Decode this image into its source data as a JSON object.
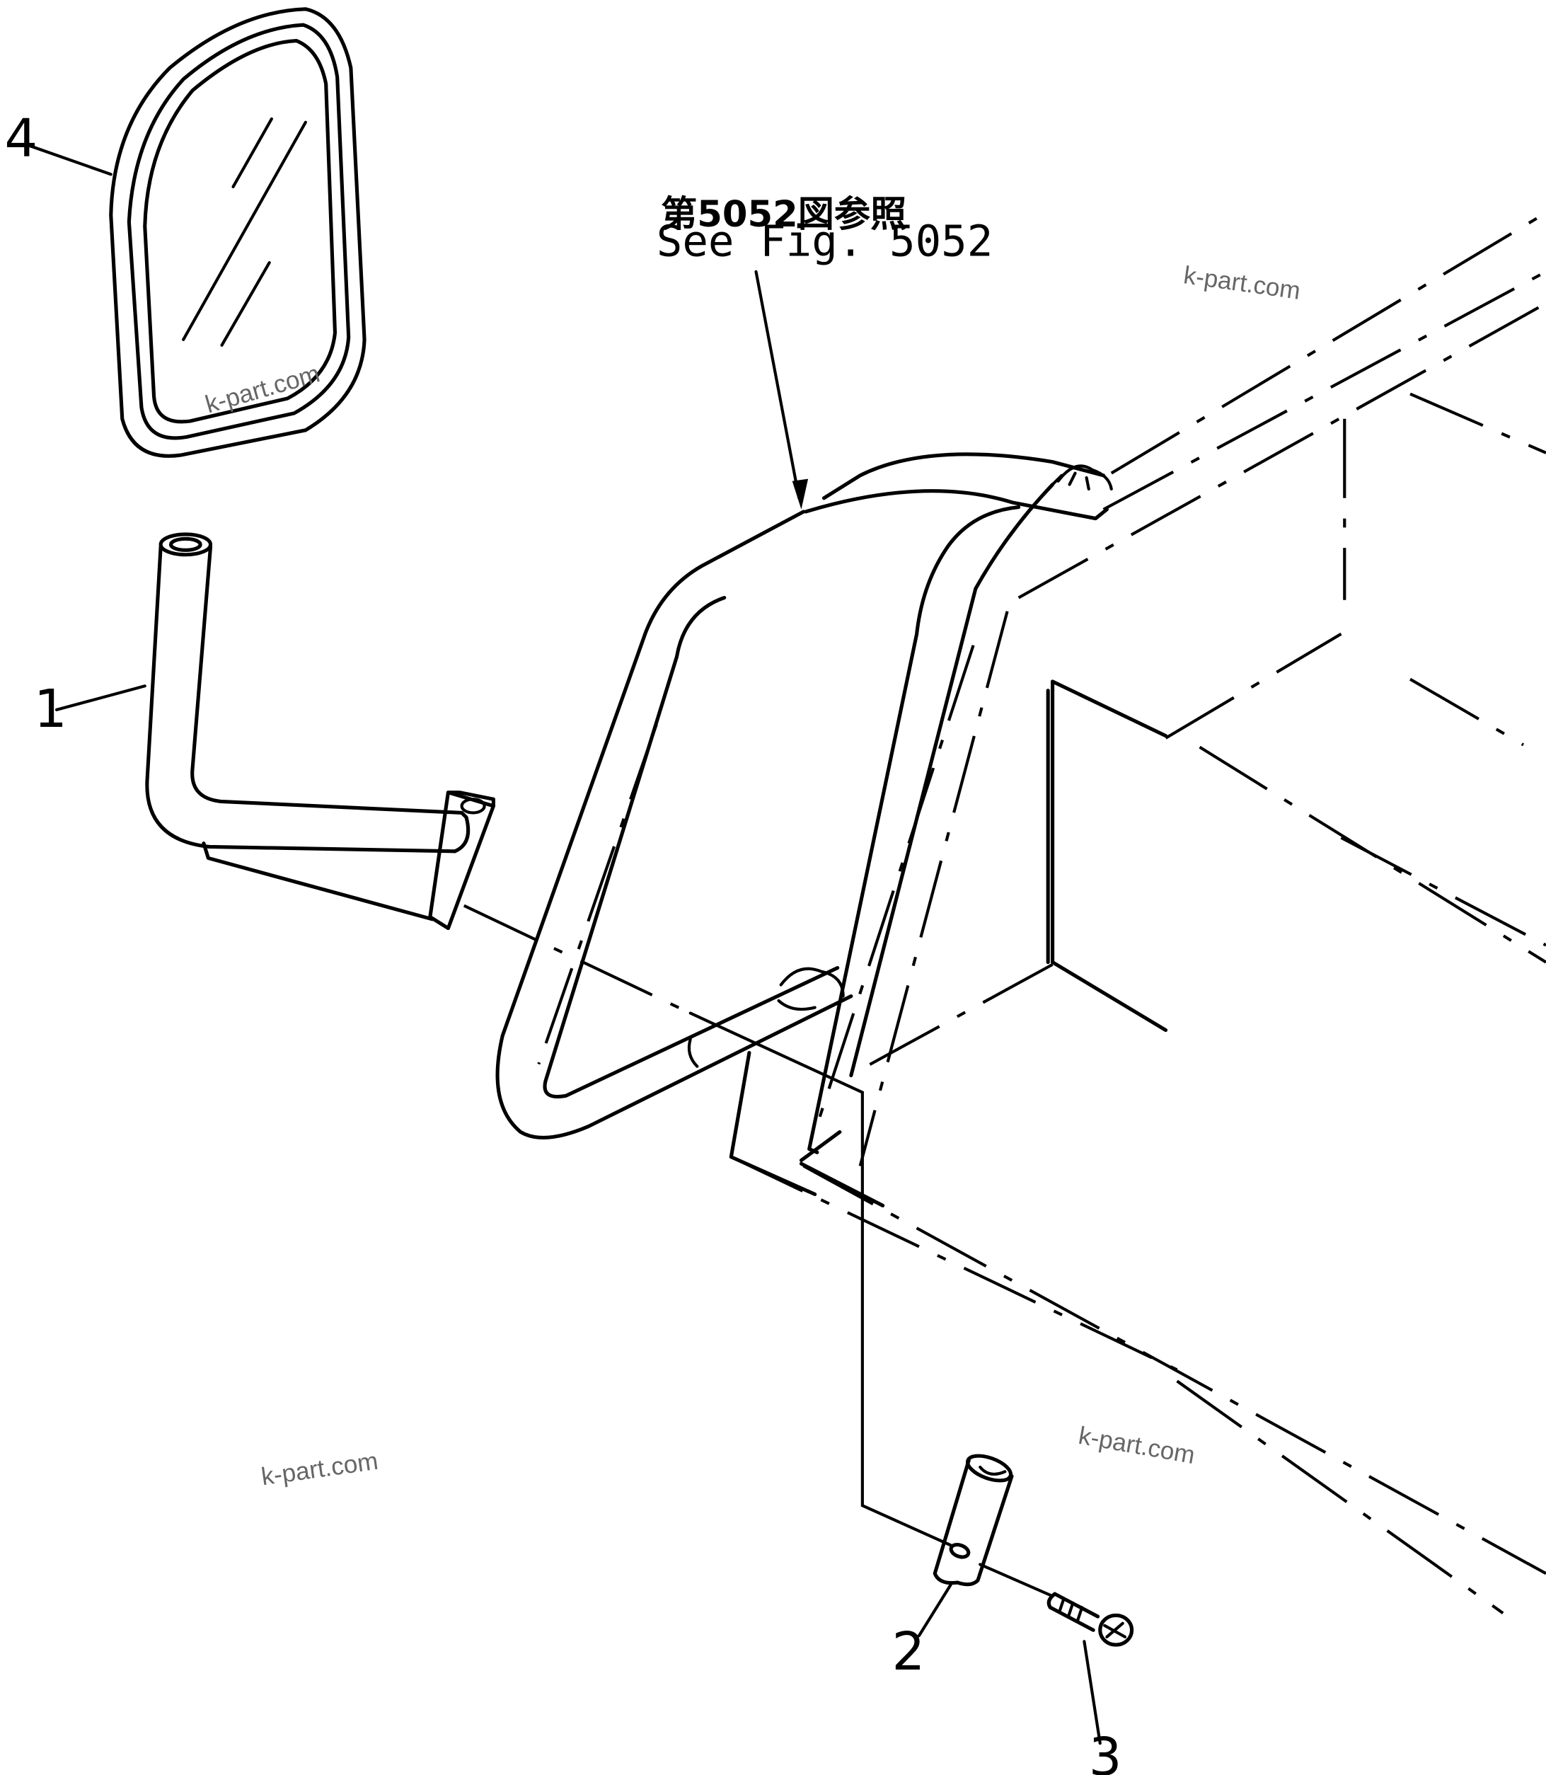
{
  "callouts": {
    "part1": "1",
    "part2": "2",
    "part3": "3",
    "part4": "4"
  },
  "reference": {
    "japanese": "第5052図参照",
    "english": "See Fig. 5052"
  },
  "watermarks": {
    "wm1": "k-part.com",
    "wm2": "k-part.com",
    "wm3": "k-part.com",
    "wm4": "k-part.com"
  },
  "parts": {
    "part1_name": "mirror-stay",
    "part2_name": "mounting-pin",
    "part3_name": "bolt",
    "part4_name": "mirror"
  }
}
